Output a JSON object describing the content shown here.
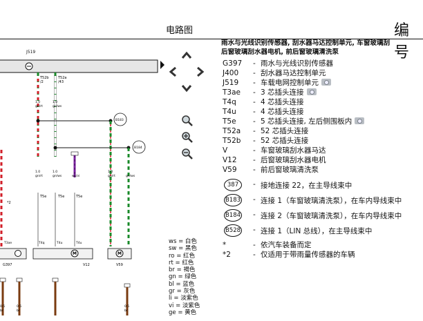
{
  "header": {
    "title": "电路图",
    "code_label": "编号"
  },
  "legend": {
    "title_line1": "雨水与光线识别传感器, 刮水器马达控制单元, 车窗玻璃刮",
    "title_line2": "后窗玻璃刮水器电机, 前后窗玻璃清洗泵",
    "items": [
      {
        "code": "G397",
        "desc": "雨水与光线识别传感器",
        "camera": false
      },
      {
        "code": "J400",
        "desc": "刮水器马达控制单元",
        "camera": false
      },
      {
        "code": "J519",
        "desc": "车载电网控制单元",
        "camera": true
      },
      {
        "code": "T3ae",
        "desc": "3 芯插头连接",
        "camera": true
      },
      {
        "code": "T4q",
        "desc": "4 芯插头连接",
        "camera": false
      },
      {
        "code": "T4u",
        "desc": "4 芯插头连接",
        "camera": false
      },
      {
        "code": "T5e",
        "desc": "5 芯插头连接, 左后侧围板内",
        "camera": true
      },
      {
        "code": "T52a",
        "desc": "52 芯插头连接",
        "camera": false
      },
      {
        "code": "T52b",
        "desc": "52 芯插头连接",
        "camera": false
      },
      {
        "code": "V",
        "desc": "车窗玻璃刮水器马达",
        "camera": false
      },
      {
        "code": "V12",
        "desc": "后窗玻璃刮水器电机",
        "camera": false
      },
      {
        "code": "V59",
        "desc": "前后窗玻璃清洗泵",
        "camera": false
      }
    ],
    "connections": [
      {
        "code": "387",
        "desc": "接地连接 22，在主导线束中"
      },
      {
        "code": "B183",
        "desc": "连接 1（车窗玻璃清洗泵），在车内导线束中"
      },
      {
        "code": "B184",
        "desc": "连接 2（车窗玻璃清洗泵），在车内导线束中"
      },
      {
        "code": "B528",
        "desc": "连接 1（LIN 总线），在主导线束中"
      }
    ],
    "notes": [
      {
        "code": "*",
        "desc": "依汽车装备而定"
      },
      {
        "code": "*2",
        "desc": "仅适用于带雨量传感器的车辆"
      }
    ]
  },
  "color_codes": [
    "ws = 白色",
    "sw = 黑色",
    "ro = 红色",
    "rt = 红色",
    "br = 褐色",
    "gn = 绿色",
    "bl = 蓝色",
    "gr = 灰色",
    "li = 淡紫色",
    "vi = 淡紫色",
    "ge = 黄色"
  ],
  "diagram": {
    "labels": {
      "j519": "J519",
      "t52b": "T52b",
      "t52a": "T52a",
      "n12": "/2",
      "n43": "/43",
      "b183": "B183",
      "b184": "B184",
      "g397": "G397",
      "v12": "V12",
      "v59": "V59",
      "t5e": "T5e",
      "t4q": "T4q",
      "t4u": "T4u",
      "t3ae": "T3ae",
      "star2": "*2",
      "w1": "1.0",
      "w2": "1.0",
      "w3": "1.0",
      "w4": "1.0",
      "w5": "1.0",
      "w6": "0.5",
      "w7": "0.5",
      "w8": "0.5",
      "c1": "gn/rt",
      "c2": "gn/ws",
      "c3": "ws/vi",
      "c4": "gn/rt",
      "c5": "gn/ws",
      "c6": "br",
      "c7": "br",
      "c8": "br"
    }
  }
}
